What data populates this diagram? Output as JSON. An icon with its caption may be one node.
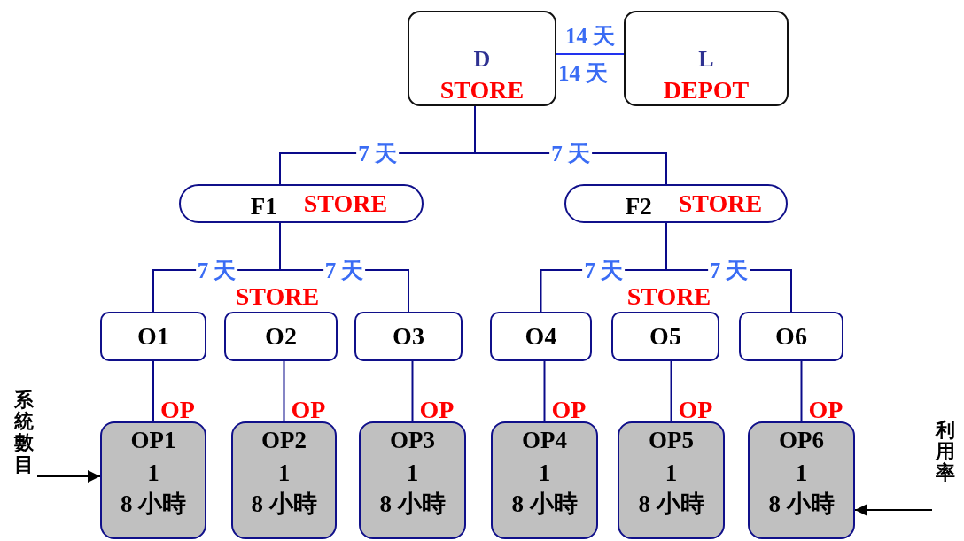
{
  "diagram": {
    "nodes": [
      {
        "text": [
          "D",
          "STORE"
        ]
      },
      {
        "text": [
          "L",
          "DEPOT"
        ]
      },
      {
        "text": [
          "F1",
          "STORE"
        ]
      },
      {
        "text": [
          "F2",
          "STORE"
        ]
      },
      {
        "text": [
          "O1"
        ]
      },
      {
        "text": [
          "O2"
        ]
      },
      {
        "text": [
          "O3"
        ]
      },
      {
        "text": [
          "O4"
        ]
      },
      {
        "text": [
          "O5"
        ]
      },
      {
        "text": [
          "O6"
        ]
      },
      {
        "text": [
          "OP1",
          "1",
          "8 小時"
        ],
        "beside": [
          "OP"
        ]
      },
      {
        "text": [
          "OP2",
          "1",
          "8 小時"
        ],
        "beside": [
          "OP"
        ]
      },
      {
        "text": [
          "OP3",
          "1",
          "8 小時"
        ],
        "beside": [
          "OP"
        ]
      },
      {
        "text": [
          "OP4",
          "1",
          "8 小時"
        ],
        "beside": [
          "OP"
        ]
      },
      {
        "text": [
          "OP5",
          "1",
          "8 小時"
        ],
        "beside": [
          "OP"
        ]
      },
      {
        "text": [
          "OP6",
          "1",
          "8 小時"
        ],
        "beside": [
          "OP"
        ]
      },
      {
        "text": [
          "系統數目"
        ]
      },
      {
        "text": [
          "利用率"
        ]
      }
    ],
    "edges": [
      {
        "from": 0,
        "to": 1,
        "arrow": "none",
        "label": "14 天",
        "color": "#2233ee"
      },
      {
        "from": 0,
        "to": 2,
        "arrow": "none",
        "label": "7 天"
      },
      {
        "from": 0,
        "to": 3,
        "arrow": "none",
        "label": "7 天"
      },
      {
        "from": 2,
        "to": 4,
        "arrow": "none",
        "label": "7 天"
      },
      {
        "from": 2,
        "to": 6,
        "arrow": "none",
        "label": "7 天"
      },
      {
        "from": 3,
        "to": 7,
        "arrow": "none",
        "label": "7 天"
      },
      {
        "from": 3,
        "to": 9,
        "arrow": "none",
        "label": "7 天"
      },
      {
        "from": 4,
        "to": 10,
        "arrow": "none"
      },
      {
        "from": 5,
        "to": 11,
        "arrow": "none"
      },
      {
        "from": 6,
        "to": 12,
        "arrow": "none"
      },
      {
        "from": 7,
        "to": 13,
        "arrow": "none"
      },
      {
        "from": 8,
        "to": 14,
        "arrow": "none"
      },
      {
        "from": 9,
        "to": 15,
        "arrow": "none"
      },
      {
        "from": 16,
        "to": 10,
        "arrow": "to",
        "color": "#000000"
      },
      {
        "from": 17,
        "to": 15,
        "arrow": "to",
        "color": "#000000"
      }
    ],
    "labels": [
      "14 天",
      "STORE",
      "STORE"
    ]
  }
}
